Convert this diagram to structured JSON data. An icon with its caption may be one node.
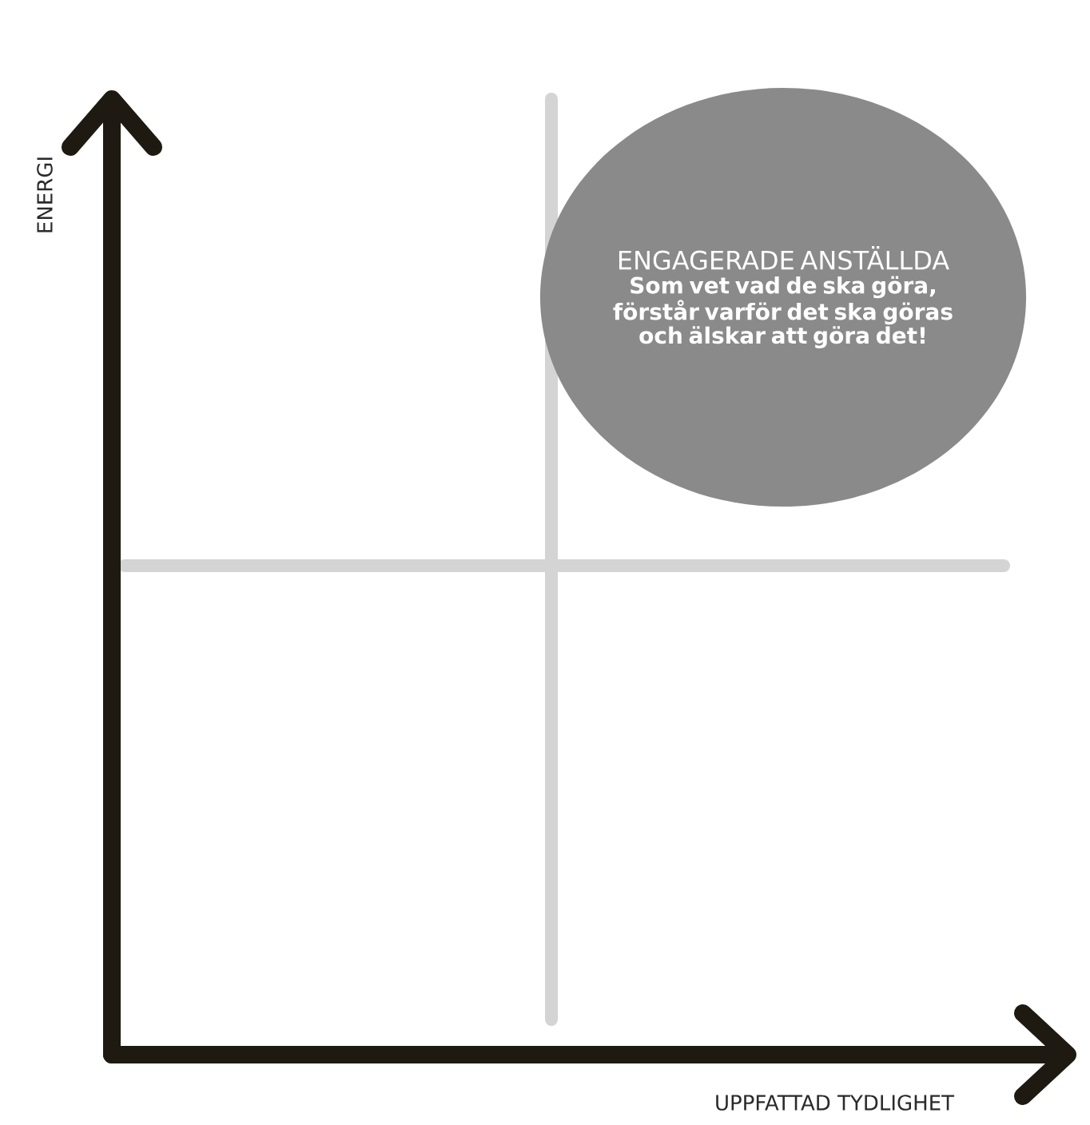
{
  "diagram": {
    "nodes": [
      {
        "text": [
          "ENGAGERADE ANSTÄLLDA",
          "Som vet vad de ska göra, förstår varför det ska göras och älskar att göra det!"
        ]
      }
    ],
    "labels": [
      "ENERGI",
      "UPPFATTAD TYDLIGHET"
    ]
  }
}
